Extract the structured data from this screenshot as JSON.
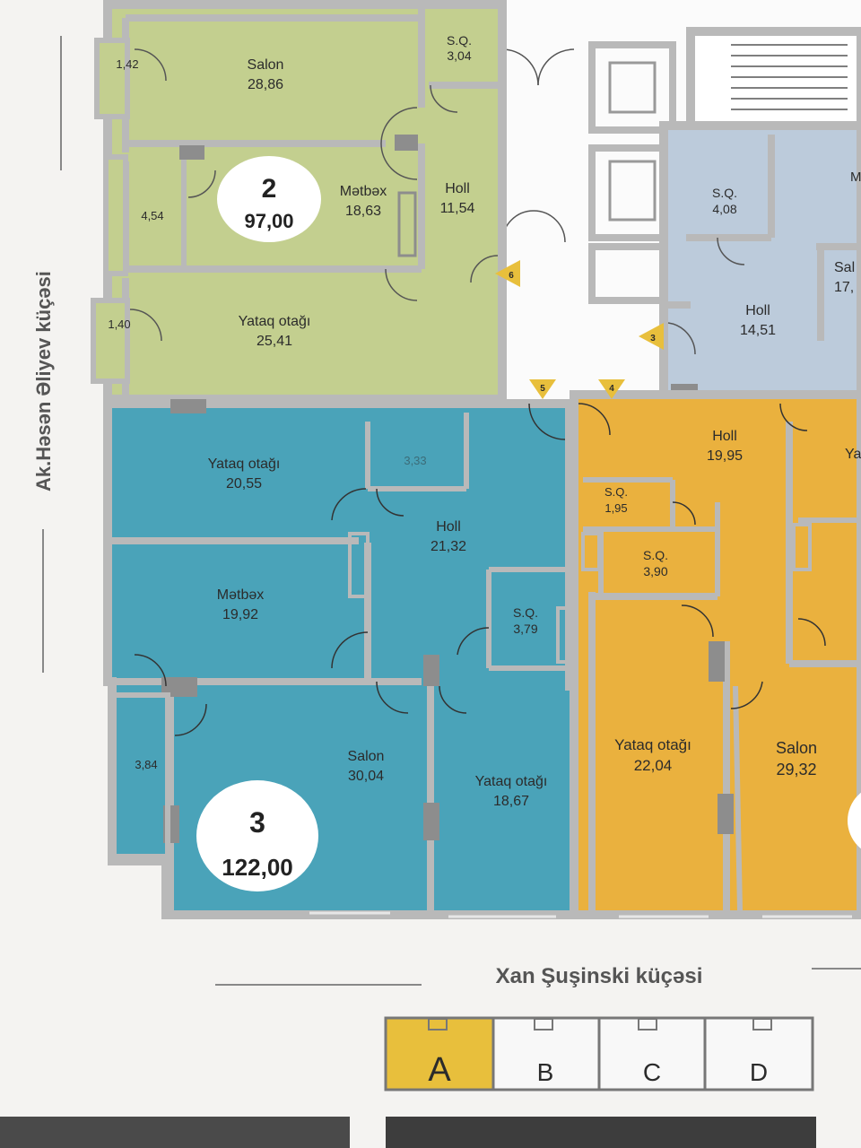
{
  "colors": {
    "background": "#f4f3f1",
    "wall": "#b9b9b9",
    "unit_green": "#c3cf8f",
    "unit_teal": "#4aa3b9",
    "unit_orange": "#eab13e",
    "unit_blue": "#bccbdb",
    "stair": "#ffffff",
    "sector_selected": "#e8bf3c"
  },
  "streets": {
    "left": "Ak.Həsən Əliyev küçəsi",
    "bottom": "Xan Şuşinski küçəsi"
  },
  "apartments": {
    "two_room": {
      "rooms_badge": "2",
      "area_badge": "97,00",
      "rooms": [
        {
          "name": "Salon",
          "area": "28,86"
        },
        {
          "name": "S.Q.",
          "area": "3,04"
        },
        {
          "name": "Mətbəx",
          "area": "18,63"
        },
        {
          "name": "Holl",
          "area": "11,54"
        },
        {
          "name": "Yataq otağı",
          "area": "25,41"
        }
      ],
      "balconies": [
        "1,42",
        "4,54",
        "1,40"
      ]
    },
    "three_room": {
      "rooms_badge": "3",
      "area_badge": "122,00",
      "rooms": [
        {
          "name": "Yataq otağı",
          "area": "20,55"
        },
        {
          "name": "",
          "area": "3,33"
        },
        {
          "name": "Holl",
          "area": "21,32"
        },
        {
          "name": "Mətbəx",
          "area": "19,92"
        },
        {
          "name": "S.Q.",
          "area": "3,79"
        },
        {
          "name": "Salon",
          "area": "30,04"
        },
        {
          "name": "Yataq otağı",
          "area": "18,67"
        }
      ],
      "balconies": [
        "3,84"
      ]
    },
    "orange_unit": {
      "rooms": [
        {
          "name": "Holl",
          "area": "19,95"
        },
        {
          "name": "S.Q.",
          "area": "1,95"
        },
        {
          "name": "S.Q.",
          "area": "3,90"
        },
        {
          "name": "Yataq otağı",
          "area": "22,04"
        },
        {
          "name": "Salon",
          "area": "29,32"
        }
      ],
      "cut_label": "Ya"
    },
    "blue_unit": {
      "rooms": [
        {
          "name": "S.Q.",
          "area": "4,08"
        },
        {
          "name": "Holl",
          "area": "14,51"
        }
      ],
      "cut_labels": [
        "M",
        "Sal",
        "17,"
      ]
    }
  },
  "entrances": [
    "6",
    "3",
    "5",
    "4"
  ],
  "sectors": {
    "items": [
      "A",
      "B",
      "C",
      "D"
    ],
    "selected": "A"
  }
}
